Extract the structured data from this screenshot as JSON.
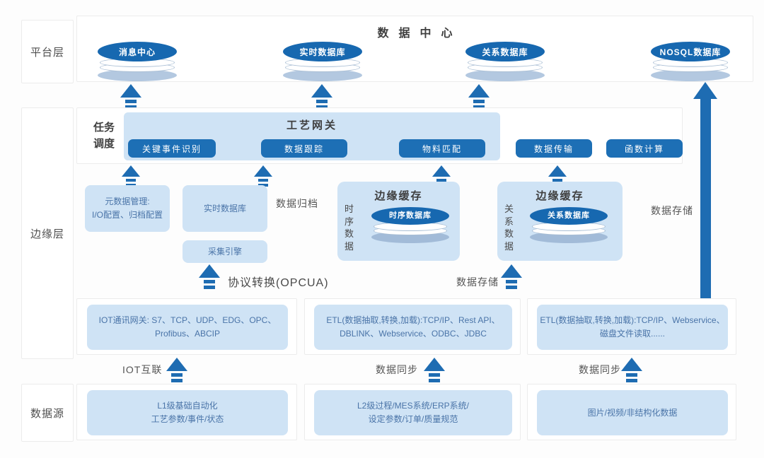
{
  "colors": {
    "primary_blue": "#1d6fb5",
    "cylinder_blue": "#1768b0",
    "arrow_blue": "#1e6cb2",
    "light_blue_panel": "#cfe3f5",
    "cylinder_shadow": "#b3c8e0",
    "box_text_blue": "#4a74a8",
    "label_text": "#4f4f4f"
  },
  "rail": {
    "platform_label": "平台层",
    "edge_label": "边缘层",
    "source_label": "数据源"
  },
  "platform": {
    "title": "数据中心",
    "cylinders": [
      {
        "label": "消息中心"
      },
      {
        "label": "实时数据库"
      },
      {
        "label": "关系数据库"
      },
      {
        "label": "NOSQL数据库"
      }
    ]
  },
  "task": {
    "label_line1": "任务",
    "label_line2": "调度",
    "gateway_title": "工艺网关",
    "buttons": [
      {
        "label": "关键事件识别"
      },
      {
        "label": "数据跟踪"
      },
      {
        "label": "物料匹配"
      },
      {
        "label": "数据传输"
      },
      {
        "label": "函数计算"
      }
    ]
  },
  "edge": {
    "metadata_box": {
      "line1": "元数据管理:",
      "line2": "I/O配置、归档配置"
    },
    "realtime_db_box": "实时数据库",
    "archive_label": "数据归档",
    "collect_engine_box": "采集引擎",
    "cache_left": {
      "title": "边缘缓存",
      "side_label": "时序数据",
      "cylinder_label": "时序数据库"
    },
    "cache_right": {
      "title": "边缘缓存",
      "side_label": "关系数据",
      "cylinder_label": "关系数据库"
    },
    "storage_right_label": "数据存储",
    "protocol_label": "协议转换(OPCUA)",
    "storage_mid_label": "数据存储"
  },
  "gateway_row": {
    "iot_box": {
      "line1": "IOT通讯网关: S7、TCP、UDP、EDG、OPC、",
      "line2": "Profibus、ABCIP"
    },
    "etl_mid_box": {
      "line1": "ETL(数据抽取,转换,加载):TCP/IP、Rest API、",
      "line2": "DBLINK、Webservice、ODBC、JDBC"
    },
    "etl_right_box": {
      "line1": "ETL(数据抽取,转换,加载):TCP/IP、Webservice、",
      "line2": "磁盘文件读取......"
    }
  },
  "sync_labels": {
    "iot": "IOT互联",
    "mid": "数据同步",
    "right": "数据同步"
  },
  "source_row": {
    "l1_box": {
      "line1": "L1级基础自动化",
      "line2": "工艺参数/事件/状态"
    },
    "l2_box": {
      "line1": "L2级过程/MES系统/ERP系统/",
      "line2": "设定参数/订单/质量规范"
    },
    "media_box": {
      "line1": "图片/视频/非结构化数据"
    }
  }
}
